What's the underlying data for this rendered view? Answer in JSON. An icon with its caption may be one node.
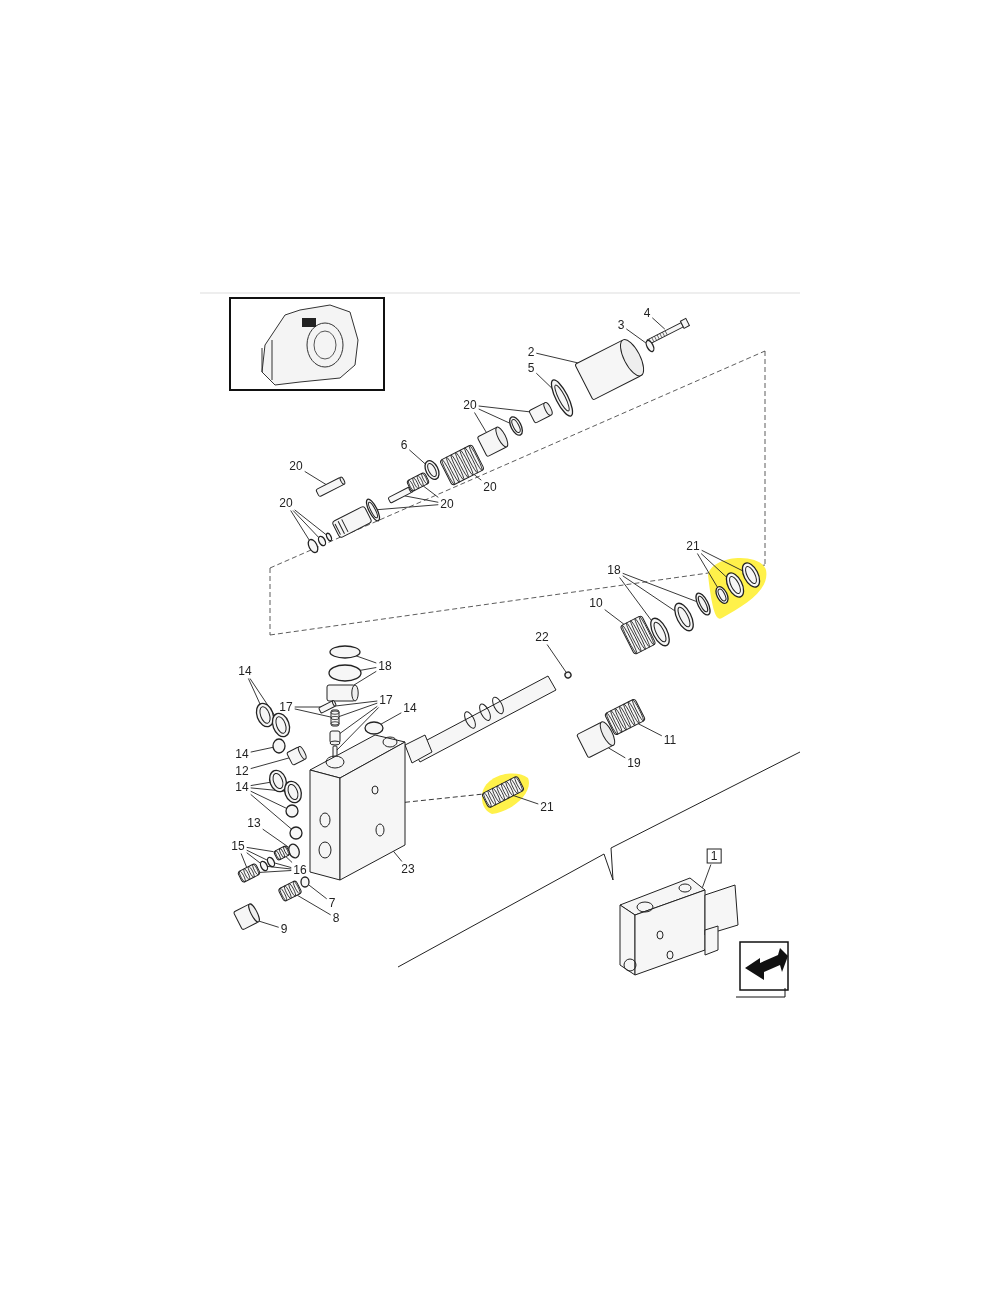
{
  "diagram": {
    "nodes": [
      {
        "text": [
          "4"
        ]
      },
      {
        "text": [],
        "shape": "picture"
      },
      {
        "text": [
          "3"
        ]
      },
      {
        "text": [],
        "shape": "circle"
      },
      {
        "text": [
          "2"
        ]
      },
      {
        "text": [],
        "shape": "cylinder"
      },
      {
        "text": [
          "5"
        ]
      },
      {
        "text": [],
        "shape": "circle"
      },
      {
        "text": [
          "20"
        ]
      },
      {
        "text": [],
        "shape": "cylinder"
      },
      {
        "text": [],
        "shape": "circle"
      },
      {
        "text": [],
        "shape": "cylinder"
      },
      {
        "text": [
          "6"
        ]
      },
      {
        "text": [],
        "shape": "circle"
      },
      {
        "text": [
          "20"
        ]
      },
      {
        "text": [],
        "shape": "picture"
      },
      {
        "text": [
          "20"
        ]
      },
      {
        "text": [],
        "shape": "cylinder"
      },
      {
        "text": [
          "20"
        ]
      },
      {
        "text": [],
        "shape": "circle"
      },
      {
        "text": [],
        "shape": "cylinder"
      },
      {
        "text": [],
        "shape": "picture"
      },
      {
        "text": [
          "20"
        ]
      },
      {
        "text": [],
        "shape": "circle"
      },
      {
        "text": [],
        "shape": "circle"
      },
      {
        "text": [],
        "shape": "circle"
      },
      {
        "text": [
          "21"
        ]
      },
      {
        "text": [],
        "shape": "circle"
      },
      {
        "text": [],
        "shape": "circle"
      },
      {
        "text": [],
        "shape": "circle"
      },
      {
        "text": [
          "18"
        ]
      },
      {
        "text": [],
        "shape": "circle"
      },
      {
        "text": [],
        "shape": "circle"
      },
      {
        "text": [],
        "shape": "circle"
      },
      {
        "text": [
          "10"
        ]
      },
      {
        "text": [],
        "shape": "picture"
      },
      {
        "text": [
          "22"
        ]
      },
      {
        "text": [],
        "shape": "circle"
      },
      {
        "text": [
          "18"
        ]
      },
      {
        "text": [],
        "shape": "circle"
      },
      {
        "text": [],
        "shape": "circle"
      },
      {
        "text": [],
        "shape": "cylinder"
      },
      {
        "text": [
          "17"
        ]
      },
      {
        "text": [],
        "shape": "cylinder"
      },
      {
        "text": [
          "17"
        ]
      },
      {
        "text": [],
        "shape": "picture"
      },
      {
        "text": [],
        "shape": "cylinder"
      },
      {
        "text": [],
        "shape": "cylinder"
      },
      {
        "text": [
          "14"
        ]
      },
      {
        "text": [],
        "shape": "circle"
      },
      {
        "text": [],
        "shape": "circle"
      },
      {
        "text": [
          "14"
        ]
      },
      {
        "text": [],
        "shape": "circle"
      },
      {
        "text": [
          "14"
        ]
      },
      {
        "text": [],
        "shape": "circle"
      },
      {
        "text": [
          "12"
        ]
      },
      {
        "text": [],
        "shape": "cylinder"
      },
      {
        "text": [
          "14"
        ]
      },
      {
        "text": [],
        "shape": "circle"
      },
      {
        "text": [],
        "shape": "circle"
      },
      {
        "text": [],
        "shape": "circle"
      },
      {
        "text": [],
        "shape": "circle"
      },
      {
        "text": [
          "13"
        ]
      },
      {
        "text": [],
        "shape": "circle"
      },
      {
        "text": [
          "15"
        ]
      },
      {
        "text": [],
        "shape": "picture"
      },
      {
        "text": [],
        "shape": "circle"
      },
      {
        "text": [],
        "shape": "circle"
      },
      {
        "text": [],
        "shape": "picture"
      },
      {
        "text": [
          "16"
        ]
      },
      {
        "text": [
          "7"
        ]
      },
      {
        "text": [],
        "shape": "circle"
      },
      {
        "text": [
          "8"
        ]
      },
      {
        "text": [],
        "shape": "picture"
      },
      {
        "text": [
          "9"
        ]
      },
      {
        "text": [],
        "shape": "cylinder"
      },
      {
        "text": [
          "23"
        ]
      },
      {
        "text": [],
        "shape": "picture"
      },
      {
        "text": [
          "11"
        ]
      },
      {
        "text": [],
        "shape": "picture"
      },
      {
        "text": [
          "19"
        ]
      },
      {
        "text": [],
        "shape": "cylinder"
      },
      {
        "text": [
          "21"
        ]
      },
      {
        "text": [],
        "shape": "picture"
      },
      {
        "text": [
          "1"
        ]
      },
      {
        "text": [],
        "shape": "picture"
      }
    ],
    "edges": [
      {
        "from": 0,
        "to": 1,
        "arrow": "none"
      },
      {
        "from": 2,
        "to": 3,
        "arrow": "none"
      },
      {
        "from": 4,
        "to": 5,
        "arrow": "none"
      },
      {
        "from": 6,
        "to": 7,
        "arrow": "none"
      },
      {
        "from": 8,
        "to": 9,
        "arrow": "none"
      },
      {
        "from": 8,
        "to": 10,
        "arrow": "none"
      },
      {
        "from": 8,
        "to": 11,
        "arrow": "none"
      },
      {
        "from": 12,
        "to": 13,
        "arrow": "none"
      },
      {
        "from": 14,
        "to": 15,
        "arrow": "none"
      },
      {
        "from": 16,
        "to": 17,
        "arrow": "none"
      },
      {
        "from": 18,
        "to": 19,
        "arrow": "none"
      },
      {
        "from": 18,
        "to": 20,
        "arrow": "none"
      },
      {
        "from": 18,
        "to": 21,
        "arrow": "none"
      },
      {
        "from": 22,
        "to": 23,
        "arrow": "none"
      },
      {
        "from": 22,
        "to": 24,
        "arrow": "none"
      },
      {
        "from": 22,
        "to": 25,
        "arrow": "none"
      },
      {
        "from": 26,
        "to": 27,
        "arrow": "none"
      },
      {
        "from": 26,
        "to": 28,
        "arrow": "none"
      },
      {
        "from": 26,
        "to": 29,
        "arrow": "none"
      },
      {
        "from": 30,
        "to": 31,
        "arrow": "none"
      },
      {
        "from": 30,
        "to": 32,
        "arrow": "none"
      },
      {
        "from": 30,
        "to": 33,
        "arrow": "none"
      },
      {
        "from": 34,
        "to": 35,
        "arrow": "none"
      },
      {
        "from": 36,
        "to": 37,
        "arrow": "none"
      },
      {
        "from": 38,
        "to": 39,
        "arrow": "none"
      },
      {
        "from": 38,
        "to": 40,
        "arrow": "none"
      },
      {
        "from": 38,
        "to": 41,
        "arrow": "none"
      },
      {
        "from": 42,
        "to": 43,
        "arrow": "none"
      },
      {
        "from": 42,
        "to": 45,
        "arrow": "none"
      },
      {
        "from": 44,
        "to": 43,
        "arrow": "none"
      },
      {
        "from": 44,
        "to": 45,
        "arrow": "none"
      },
      {
        "from": 44,
        "to": 46,
        "arrow": "none"
      },
      {
        "from": 44,
        "to": 47,
        "arrow": "none"
      },
      {
        "from": 48,
        "to": 49,
        "arrow": "none"
      },
      {
        "from": 48,
        "to": 50,
        "arrow": "none"
      },
      {
        "from": 51,
        "to": 52,
        "arrow": "none"
      },
      {
        "from": 53,
        "to": 54,
        "arrow": "none"
      },
      {
        "from": 55,
        "to": 56,
        "arrow": "none"
      },
      {
        "from": 57,
        "to": 58,
        "arrow": "none"
      },
      {
        "from": 57,
        "to": 59,
        "arrow": "none"
      },
      {
        "from": 57,
        "to": 60,
        "arrow": "none"
      },
      {
        "from": 57,
        "to": 61,
        "arrow": "none"
      },
      {
        "from": 62,
        "to": 63,
        "arrow": "none"
      },
      {
        "from": 64,
        "to": 65,
        "arrow": "none"
      },
      {
        "from": 64,
        "to": 66,
        "arrow": "none"
      },
      {
        "from": 64,
        "to": 67,
        "arrow": "none"
      },
      {
        "from": 64,
        "to": 68,
        "arrow": "none"
      },
      {
        "from": 69,
        "to": 65,
        "arrow": "none"
      },
      {
        "from": 69,
        "to": 66,
        "arrow": "none"
      },
      {
        "from": 69,
        "to": 67,
        "arrow": "none"
      },
      {
        "from": 69,
        "to": 68,
        "arrow": "none"
      },
      {
        "from": 70,
        "to": 71,
        "arrow": "none"
      },
      {
        "from": 72,
        "to": 73,
        "arrow": "none"
      },
      {
        "from": 74,
        "to": 75,
        "arrow": "none"
      },
      {
        "from": 76,
        "to": 77,
        "arrow": "none"
      },
      {
        "from": 78,
        "to": 79,
        "arrow": "none"
      },
      {
        "from": 80,
        "to": 81,
        "arrow": "none"
      },
      {
        "from": 82,
        "to": 83,
        "arrow": "none"
      },
      {
        "from": 84,
        "to": 85,
        "arrow": "none"
      },
      {
        "from": 77,
        "to": 83,
        "arrow": "none",
        "style": "dashed"
      }
    ]
  }
}
